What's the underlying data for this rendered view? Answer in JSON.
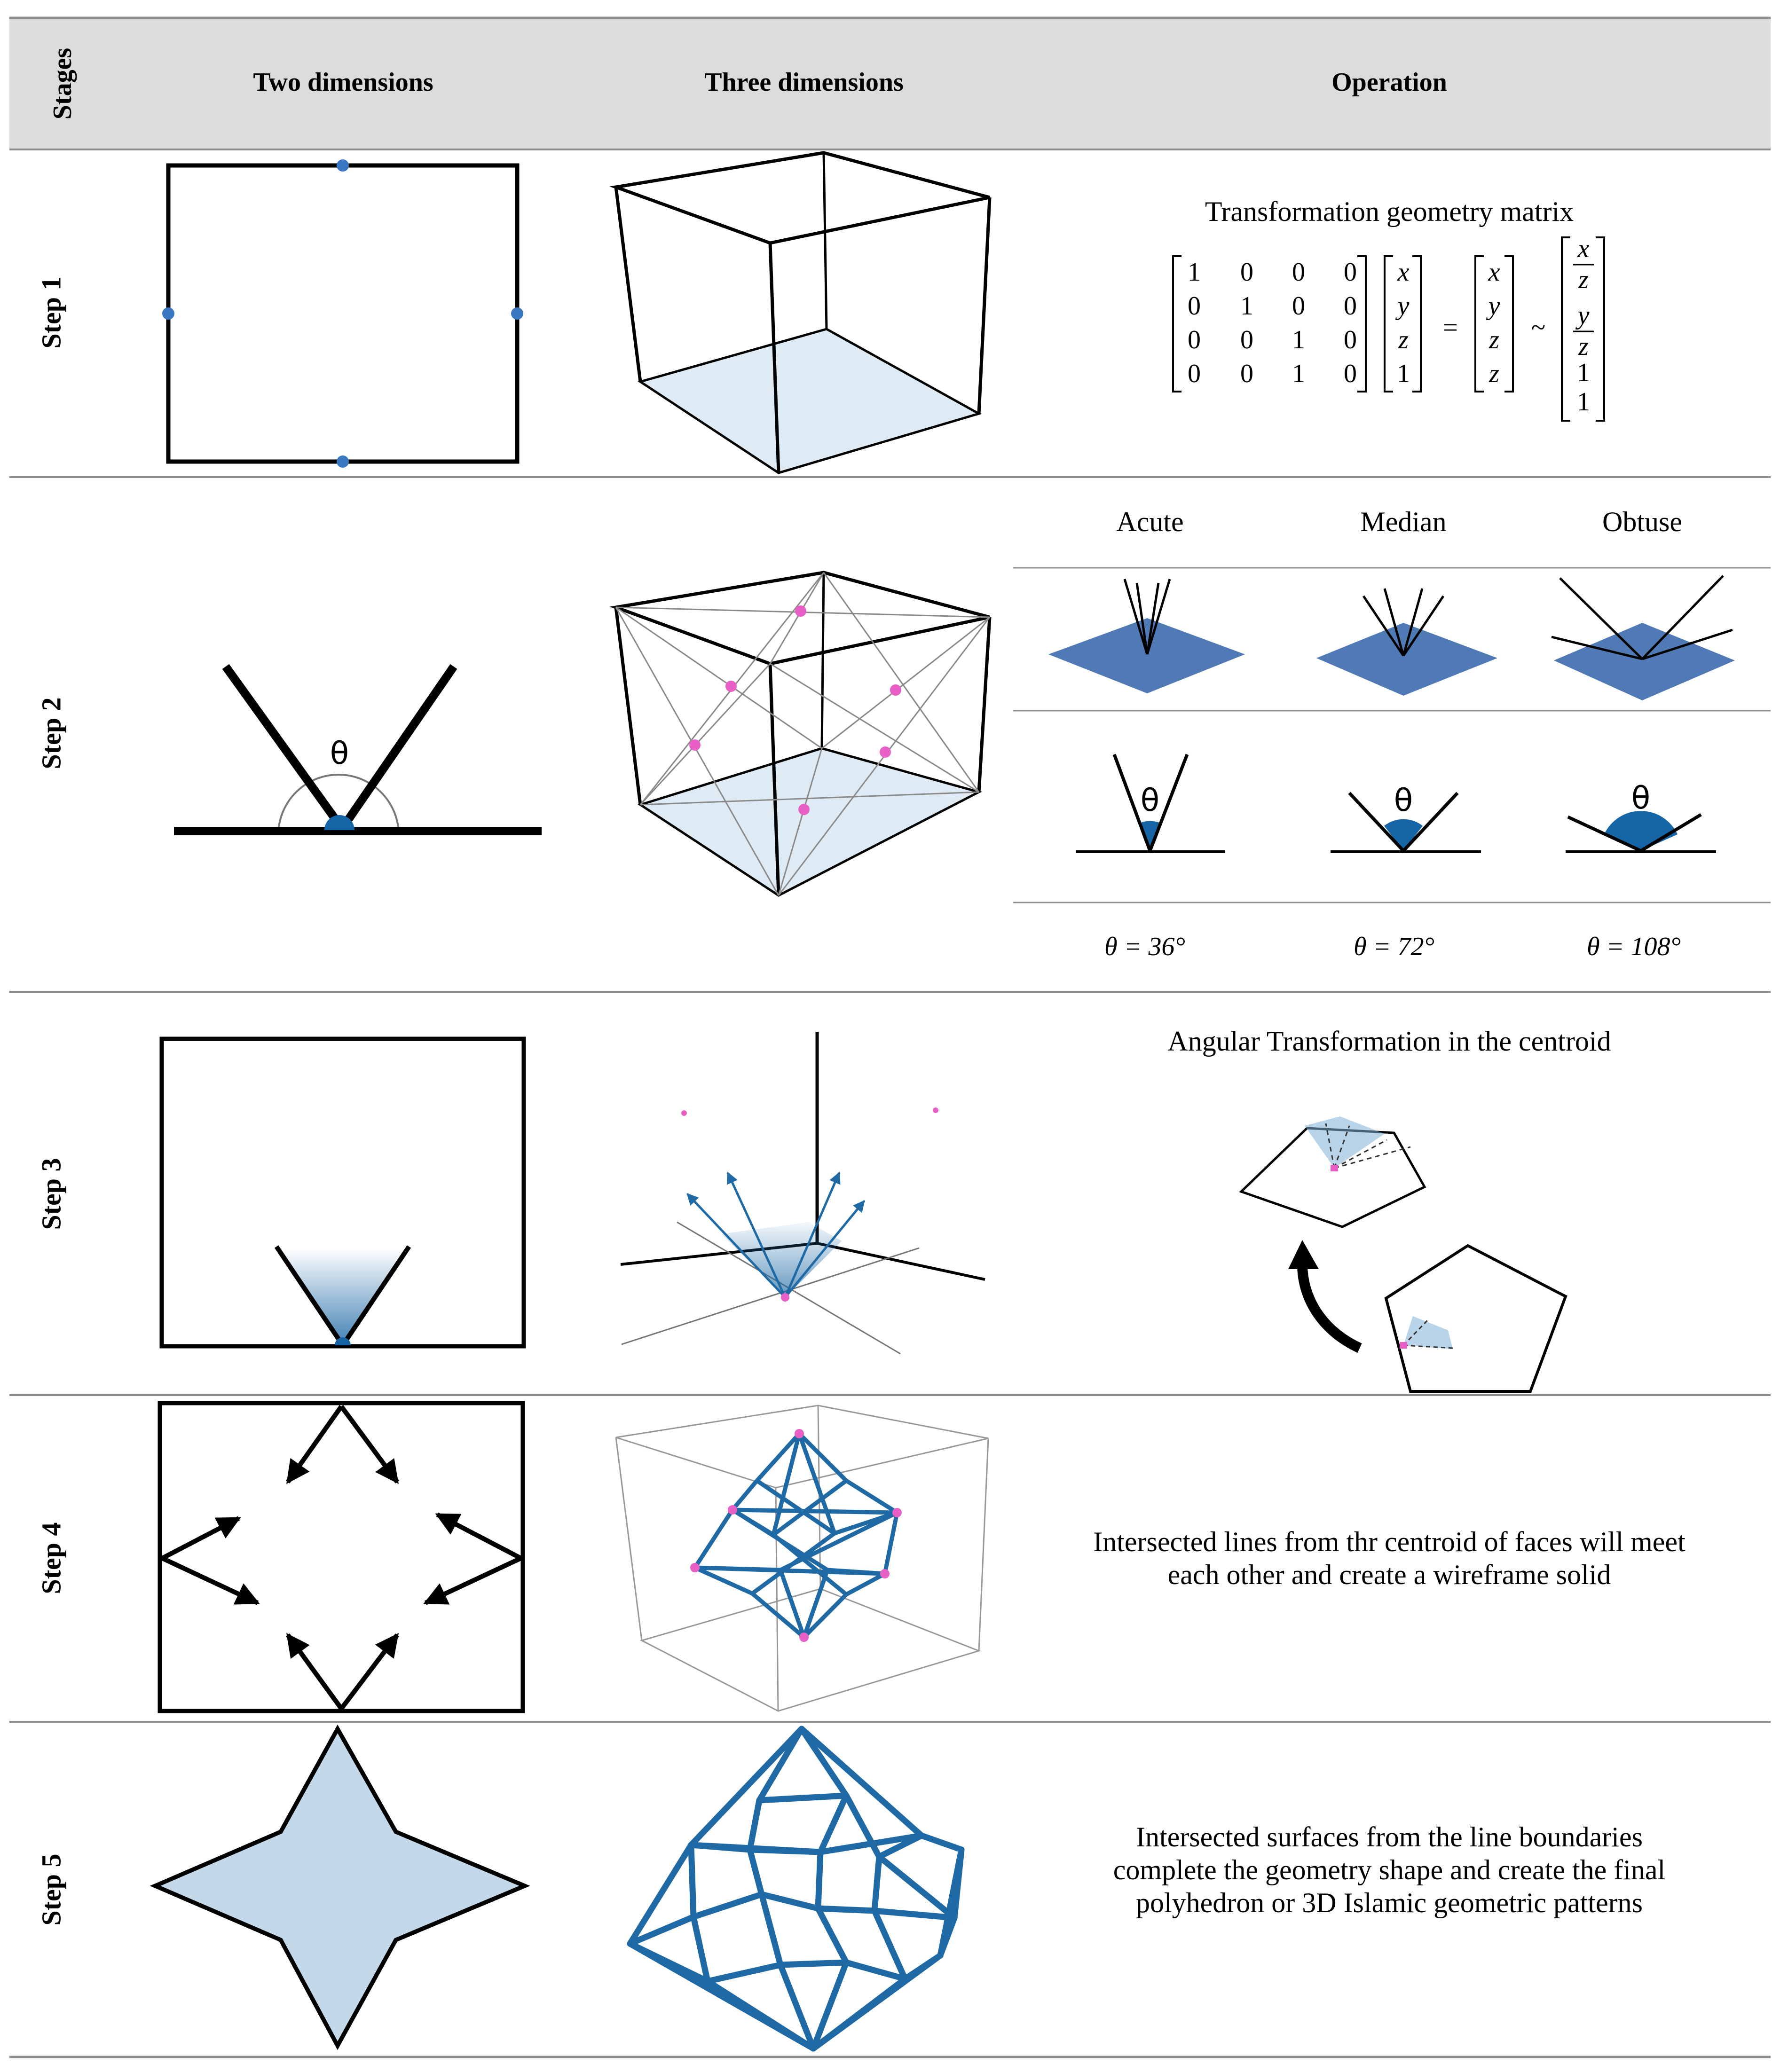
{
  "header": {
    "stages": "Stages",
    "two_d": "Two dimensions",
    "three_d": "Three dimensions",
    "operation": "Operation"
  },
  "steps": [
    {
      "label": "Step 1"
    },
    {
      "label": "Step 2"
    },
    {
      "label": "Step 3"
    },
    {
      "label": "Step 4"
    },
    {
      "label": "Step 5"
    }
  ],
  "step1": {
    "title": "Transformation geometry matrix",
    "matrix": [
      [
        "1",
        "0",
        "0",
        "0"
      ],
      [
        "0",
        "1",
        "0",
        "0"
      ],
      [
        "0",
        "0",
        "1",
        "0"
      ],
      [
        "0",
        "0",
        "1",
        "0"
      ]
    ],
    "vec_in": [
      "x",
      "y",
      "z",
      "1"
    ],
    "vec_out": [
      "x",
      "y",
      "z",
      "z"
    ],
    "equals": "=",
    "tilde": "~",
    "vec_norm_frac": [
      [
        "x",
        "z"
      ],
      [
        "y",
        "z"
      ]
    ],
    "vec_norm_tail": [
      "1",
      "1"
    ]
  },
  "step2": {
    "theta_symbol": "θ",
    "types": [
      "Acute",
      "Median",
      "Obtuse"
    ],
    "angles": [
      "θ = 36°",
      "θ = 72°",
      "θ = 108°"
    ]
  },
  "step3": {
    "title": "Angular Transformation in the centroid"
  },
  "step4": {
    "text_lines": [
      "Intersected lines from thr centroid of faces will meet",
      "each other and create a wireframe solid"
    ]
  },
  "step5": {
    "text_lines": [
      "Intersected surfaces from the line boundaries",
      "complete the geometry shape and create the final",
      "polyhedron or 3D Islamic geometric patterns"
    ]
  },
  "colors": {
    "header_bg": "#dcdcdc",
    "stroke": "#000000",
    "blue_fill": "#4f7ab5",
    "light_fill": "#deeaf4",
    "star_fill": "#c3d9e9",
    "wire_blue": "#1f6aa5",
    "angle_blue": "#1565a7",
    "pink": "#e85fc6",
    "rule": "#8c8c8c"
  }
}
